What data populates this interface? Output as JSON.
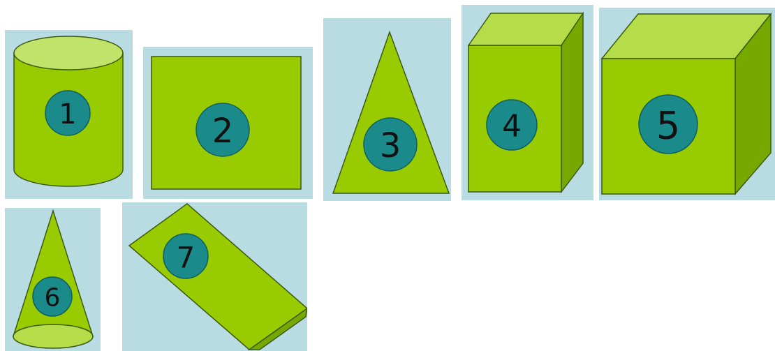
{
  "colors": {
    "panel_background": "#b9dce3",
    "shape_fill": "#99cc00",
    "shape_top": "#b5dd4a",
    "shape_side": "#77a800",
    "badge_fill": "#1a8a8a",
    "label_color": "#111111"
  },
  "shapes": [
    {
      "type": "cylinder",
      "label": "1",
      "icon": "cylinder-icon"
    },
    {
      "type": "square",
      "label": "2",
      "icon": "square-icon"
    },
    {
      "type": "triangle",
      "label": "3",
      "icon": "triangle-icon"
    },
    {
      "type": "rectangular-prism",
      "label": "4",
      "icon": "box-icon"
    },
    {
      "type": "cube",
      "label": "5",
      "icon": "cube-icon"
    },
    {
      "type": "cone",
      "label": "6",
      "icon": "cone-icon"
    },
    {
      "type": "rectangular-prism",
      "label": "7",
      "icon": "box-icon"
    }
  ]
}
